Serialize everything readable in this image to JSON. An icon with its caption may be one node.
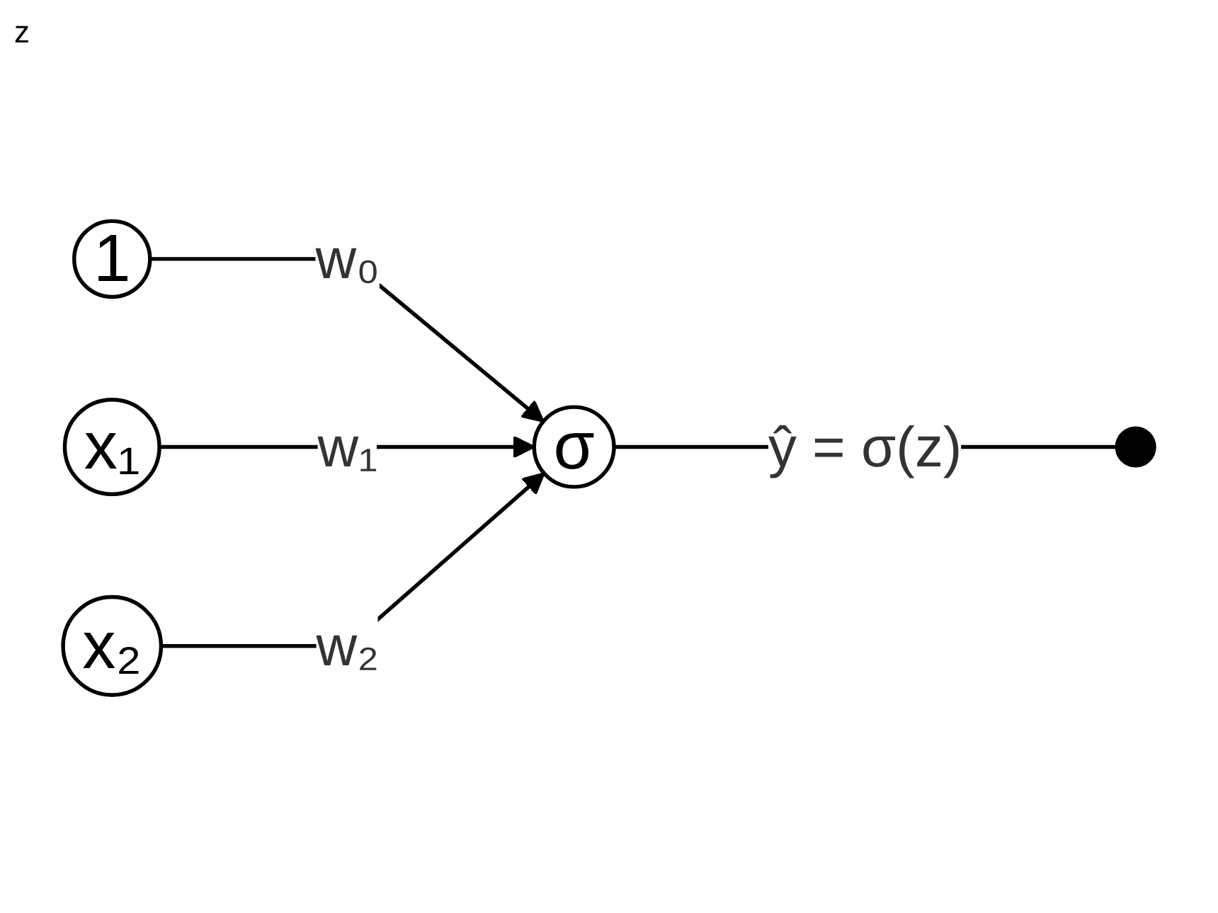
{
  "diagram": {
    "nodes": [
      {
        "text": [
          "1"
        ]
      },
      {
        "text": [
          "x₁"
        ]
      },
      {
        "text": [
          "x₂"
        ]
      },
      {
        "text": [
          "σ"
        ]
      },
      {
        "text": [],
        "shape": "circle"
      }
    ],
    "edges": [
      {
        "from": 0,
        "to": 3,
        "arrow": "to",
        "label": "w₀"
      },
      {
        "from": 1,
        "to": 3,
        "arrow": "to",
        "label": "w₁"
      },
      {
        "from": 2,
        "to": 3,
        "arrow": "to",
        "label": "w₂"
      },
      {
        "from": 3,
        "to": 4,
        "arrow": "none",
        "label": "ŷ = σ(z)"
      }
    ],
    "labels": [
      "z"
    ]
  }
}
